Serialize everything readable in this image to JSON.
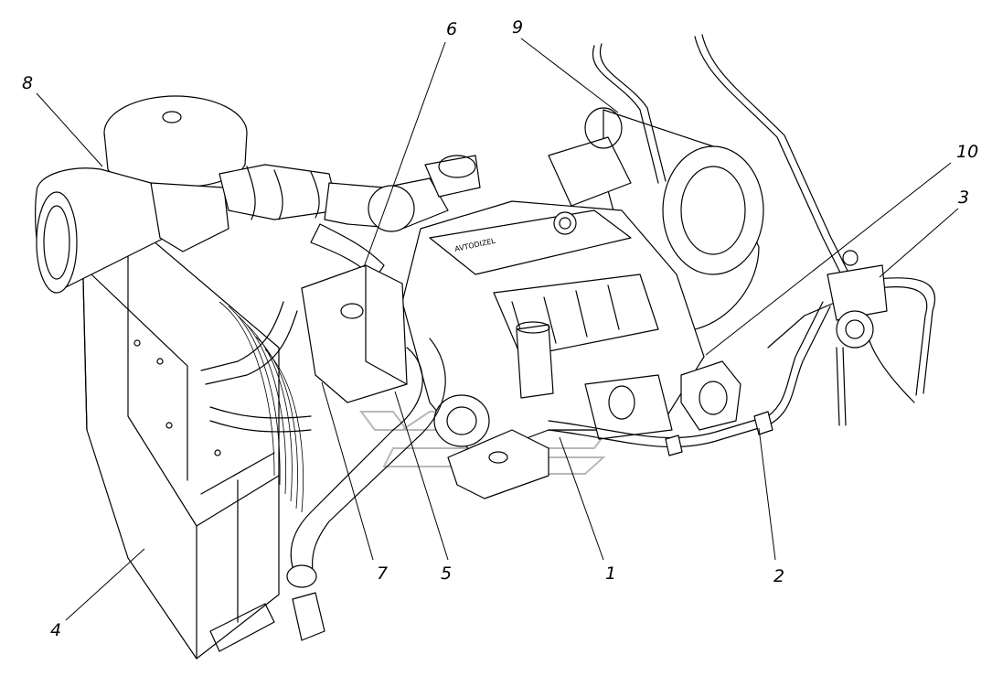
{
  "callouts": [
    {
      "id": "1",
      "label": "1"
    },
    {
      "id": "2",
      "label": "2"
    },
    {
      "id": "3",
      "label": "3"
    },
    {
      "id": "4",
      "label": "4"
    },
    {
      "id": "5",
      "label": "5"
    },
    {
      "id": "6",
      "label": "6"
    },
    {
      "id": "7",
      "label": "7"
    },
    {
      "id": "8",
      "label": "8"
    },
    {
      "id": "9",
      "label": "9"
    },
    {
      "id": "10",
      "label": "10"
    }
  ],
  "engine": {
    "valve_cover_text": "AVTODIZEL"
  }
}
